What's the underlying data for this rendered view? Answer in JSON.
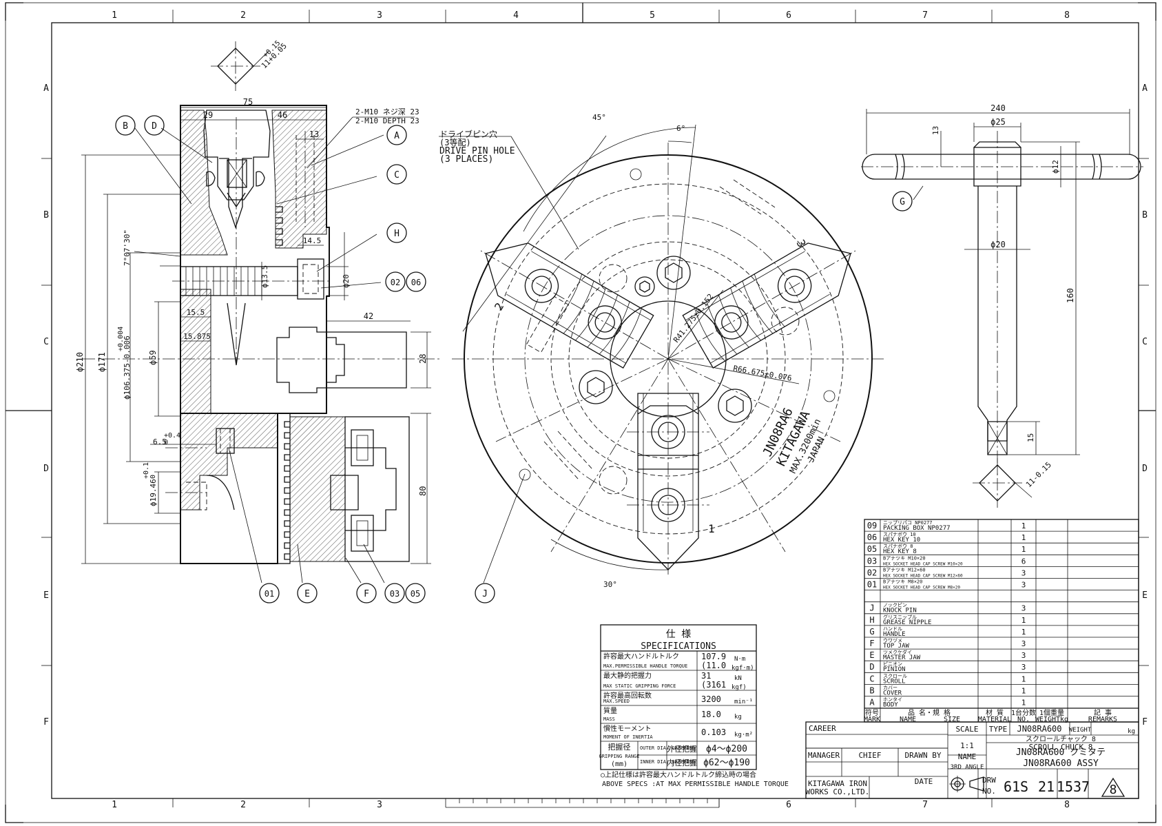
{
  "grid": {
    "columns": [
      "1",
      "2",
      "3",
      "4",
      "5",
      "6",
      "7",
      "8"
    ],
    "rows": [
      "A",
      "B",
      "C",
      "D",
      "E",
      "F"
    ]
  },
  "callouts": {
    "B": "B",
    "D": "D",
    "A": "A",
    "C": "C",
    "H": "H",
    "p02": "02",
    "p06": "06",
    "p01": "01",
    "E": "E",
    "F": "F",
    "p03": "03",
    "p05": "05",
    "J": "J",
    "G": "G"
  },
  "section_view": {
    "square_tol": "+0.15",
    "square_nom": "11+0.05",
    "dim_75": "75",
    "dim_29": "29",
    "dim_46": "46",
    "dim_13": "13",
    "note_jp": "2-M10 ネジ深 23",
    "note_en": "2-M10 DEPTH 23",
    "dim_14_5": "14.5",
    "angle": "7°07'30\"",
    "dim_d13_5": "ϕ13.5",
    "dim_d20": "ϕ20",
    "dim_15_5": "15.5",
    "dim_15_875": "15.875",
    "dim_42": "42",
    "dim_28": "28",
    "dim_d210": "ϕ210",
    "dim_d171": "ϕ171",
    "dim_tol_up": "+0.004",
    "dim_d106": "ϕ106.375-0.006",
    "dim_d59": "ϕ59",
    "dim_6_5": "6.5",
    "dim_6_5_tol_up": "+0.4",
    "dim_6_5_tol_lo": "0",
    "dim_d19_46": "ϕ19.46",
    "dim_19_tol_up": "+0.1",
    "dim_19_tol_lo": "0",
    "dim_80": "80"
  },
  "front_view": {
    "drive_pin_jp": "ドライブピン穴",
    "drive_pin_jp2": "(3等配)",
    "drive_pin_en": "DRIVE PIN HOLE",
    "drive_pin_en2": "(3 PLACES)",
    "angle_45": "45°",
    "angle_6": "6°",
    "angle_30": "30°",
    "r_inner": "R41.275±0.152",
    "r_outer": "R66.675±0.076",
    "stamp_model": "JN08RA6",
    "stamp_brand": "KITAGAWA",
    "stamp_speed": "MAX.3200min",
    "stamp_origin": "JAPAN",
    "jaw_mark_1": "1",
    "jaw_mark_2": "2",
    "jaw_mark_3": "3"
  },
  "handle_view": {
    "dim_240": "240",
    "dim_d25": "ϕ25",
    "dim_13": "13",
    "dim_d12": "ϕ12",
    "dim_d20": "ϕ20",
    "dim_160": "160",
    "dim_15": "15",
    "square": "11-0.15"
  },
  "parts": [
    {
      "mark": "09",
      "jp": "ニップリパコ NP0277",
      "en": "PACKING BOX NP0277",
      "no": "1"
    },
    {
      "mark": "06",
      "jp": "スパナボウ 10",
      "en": "HEX KEY 10",
      "no": "1"
    },
    {
      "mark": "05",
      "jp": "スパナボウ 8",
      "en": "HEX KEY 8",
      "no": "1"
    },
    {
      "mark": "03",
      "jp": "Bアナツキ M10×20",
      "en": "HEX SOCKET HEAD CAP SCREW M10×20",
      "no": "6"
    },
    {
      "mark": "02",
      "jp": "Bアナツキ M12×60",
      "en": "HEX SOCKET HEAD CAP SCREW M12×60",
      "no": "3"
    },
    {
      "mark": "01",
      "jp": "Bアナツキ M8×20",
      "en": "HEX SOCKET HEAD CAP SCREW M8×20",
      "no": "3"
    },
    {
      "mark": "",
      "jp": "",
      "en": "",
      "no": ""
    },
    {
      "mark": "J",
      "jp": "ノックピン",
      "en": "KNOCK PIN",
      "no": "3"
    },
    {
      "mark": "H",
      "jp": "グリスニップル",
      "en": "GREASE NIPPLE",
      "no": "1"
    },
    {
      "mark": "G",
      "jp": "ハンドル",
      "en": "HANDLE",
      "no": "1"
    },
    {
      "mark": "F",
      "jp": "ウワヅメ",
      "en": "TOP JAW",
      "no": "3"
    },
    {
      "mark": "E",
      "jp": "ツメクケダイ",
      "en": "MASTER JAW",
      "no": "3"
    },
    {
      "mark": "D",
      "jp": "ピニオン",
      "en": "PINION",
      "no": "3"
    },
    {
      "mark": "C",
      "jp": "スクロール",
      "en": "SCROLL",
      "no": "1"
    },
    {
      "mark": "B",
      "jp": "カバー",
      "en": "COVER",
      "no": "1"
    },
    {
      "mark": "A",
      "jp": "ホンタイ",
      "en": "BODY",
      "no": "1"
    }
  ],
  "parts_header": {
    "mark_jp": "符号",
    "mark_en": "MARK",
    "name_jp": "品 名・規 格",
    "name_en": "NAME",
    "size_en": "SIZE",
    "material_jp": "材 質",
    "material_en": "MATERIAL",
    "no_jp": "1台分数",
    "no_en": "NO.",
    "weight_jp": "1個重量",
    "weight_en": "WEIGHTkg",
    "remarks_jp": "記 事",
    "remarks_en": "REMARKS"
  },
  "specs": {
    "title_jp": "仕 様",
    "title_en": "SPECIFICATIONS",
    "rows": [
      {
        "jp": "許容最大ハンドルトルク",
        "en": "MAX.PERMISSIBLE HANDLE TORQUE",
        "v1": "107.9",
        "u1": "N·m",
        "v2": "(11.0",
        "u2": "kgf·m)"
      },
      {
        "jp": "最大静的把握力",
        "en": "MAX STATIC GRIPPING FORCE",
        "v1": "31",
        "u1": "kN",
        "v2": "(3161",
        "u2": "kgf)"
      },
      {
        "jp": "許容最高回転数",
        "en": "MAX.SPEED",
        "v1": "3200",
        "u1": "min⁻¹",
        "v2": "",
        "u2": ""
      },
      {
        "jp": "質量",
        "en": "MASS",
        "v1": "18.0",
        "u1": "kg",
        "v2": "",
        "u2": ""
      },
      {
        "jp": "慣性モーメント",
        "en": "MOMENT OF INERTIA",
        "v1": "0.103",
        "u1": "kg·m²",
        "v2": "",
        "u2": ""
      }
    ],
    "grip_jp": "把握径",
    "grip_en": "GRIPPING RANGE",
    "grip_unit": "(mm)",
    "outer_en": "OUTER DIA. GRIPPING",
    "outer_jp": "外径把握",
    "outer_val": "ϕ4～ϕ200",
    "inner_en": "INNER DIA. GRIPPING",
    "inner_jp": "内径把握",
    "inner_val": "ϕ62～ϕ190",
    "note_jp": "○上記仕様は許容最大ハンドルトルク締込時の場合",
    "note_en": "ABOVE SPECS :AT MAX PERMISSIBLE HANDLE TORQUE"
  },
  "title_block": {
    "career": "CAREER",
    "scale_label": "SCALE",
    "scale": "1:1",
    "type_label": "TYPE",
    "type": "JN08RA600",
    "weight_label": "WEIGHT",
    "weight_unit": "kg",
    "title_jp": "スクロールチャック 8",
    "title_en": "SCROLL CHUCK 8",
    "name_label": "NAME",
    "name_jp": "JN08RA600 クミタテ",
    "name_en": "JN08RA600 ASSY",
    "manager": "MANAGER",
    "chief": "CHIEF",
    "drawn_by": "DRAWN BY",
    "angle": "3RD ANGLE",
    "company1": "KITAGAWA IRON",
    "company2": "WORKS CO.,LTD.",
    "date": "DATE",
    "drw_label": "DRW",
    "no_label": "NO.",
    "drw_no_1": "61S",
    "drw_no_2": "21",
    "drw_no_3": "1537",
    "revision": "8"
  }
}
